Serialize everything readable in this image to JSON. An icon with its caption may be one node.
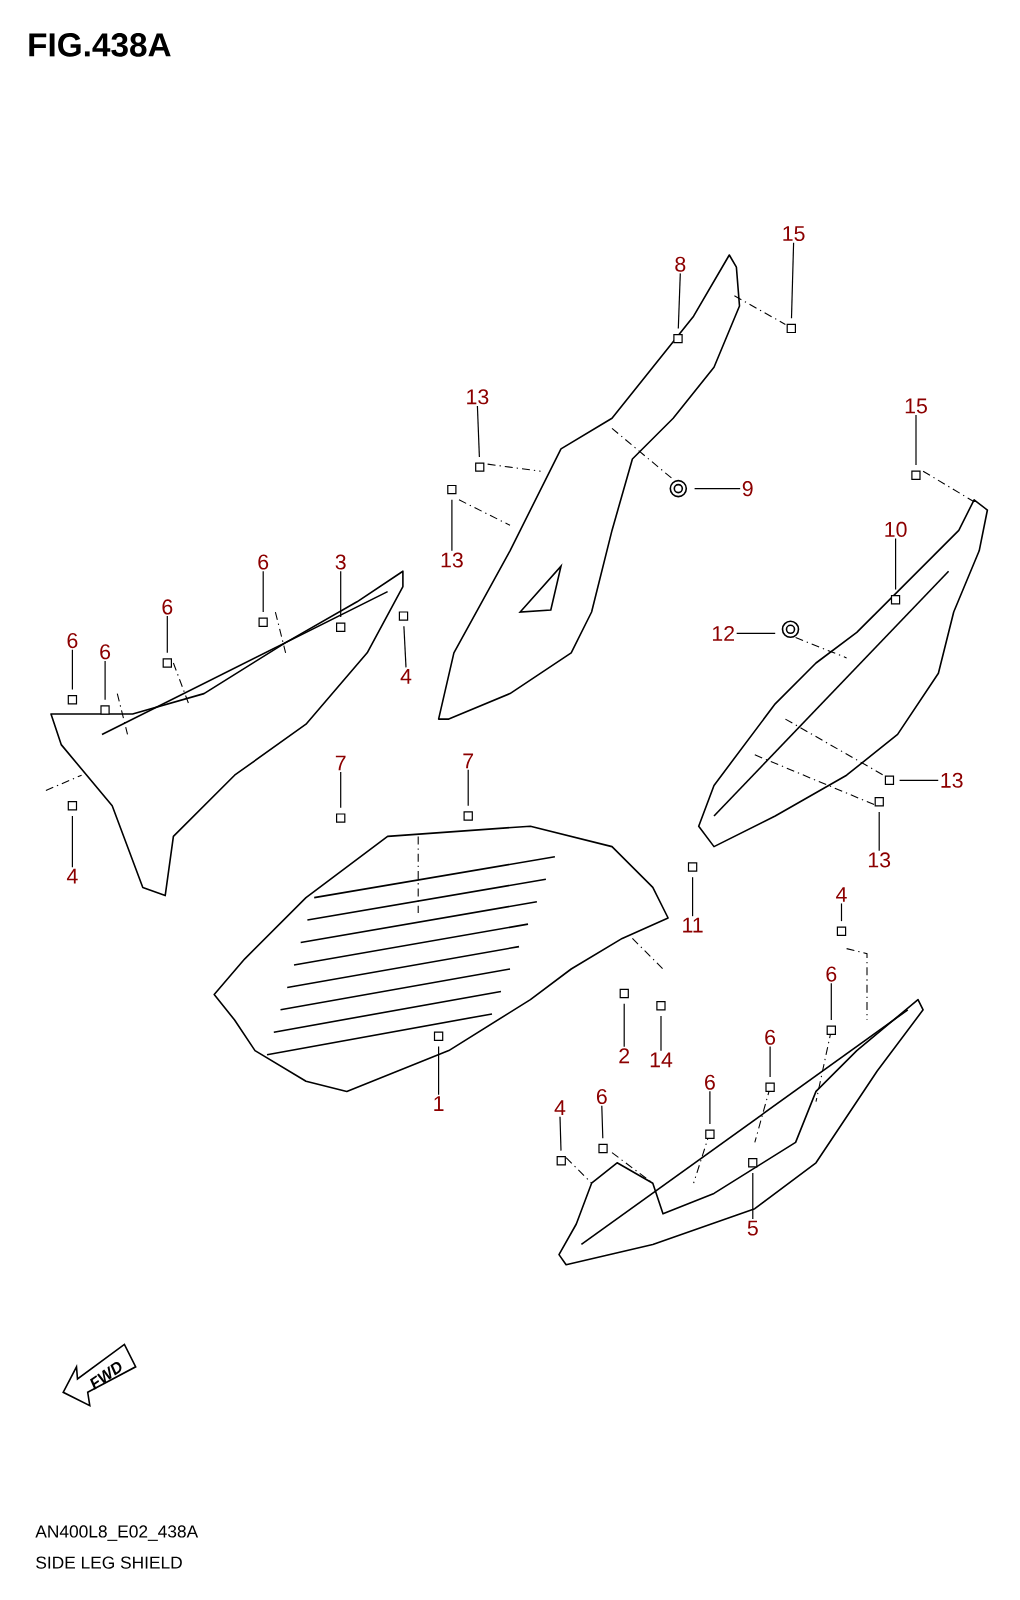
{
  "diagram": {
    "title": "FIG.438A",
    "caption": "SIDE LEG SHIELD",
    "nodes": [
      {
        "text": [
          "8"
        ]
      },
      {
        "text": [
          "15"
        ]
      },
      {
        "text": [
          "13"
        ]
      },
      {
        "text": [
          "9"
        ]
      },
      {
        "text": [
          "13"
        ]
      },
      {
        "text": [
          "15"
        ]
      },
      {
        "text": [
          "10"
        ]
      },
      {
        "text": [
          "6"
        ]
      },
      {
        "text": [
          "3"
        ]
      },
      {
        "text": [
          "6"
        ]
      },
      {
        "text": [
          "6"
        ]
      },
      {
        "text": [
          "6"
        ]
      },
      {
        "text": [
          "4"
        ]
      },
      {
        "text": [
          "12"
        ]
      },
      {
        "text": [
          "4"
        ]
      },
      {
        "text": [
          "7"
        ]
      },
      {
        "text": [
          "7"
        ]
      },
      {
        "text": [
          "13"
        ]
      },
      {
        "text": [
          "13"
        ]
      },
      {
        "text": [
          "11"
        ]
      },
      {
        "text": [
          "4"
        ]
      },
      {
        "text": [
          "6"
        ]
      },
      {
        "text": [
          "2"
        ]
      },
      {
        "text": [
          "14"
        ]
      },
      {
        "text": [
          "1"
        ]
      },
      {
        "text": [
          "6"
        ]
      },
      {
        "text": [
          "6"
        ]
      },
      {
        "text": [
          "4"
        ]
      },
      {
        "text": [
          "6"
        ]
      },
      {
        "text": [
          "5"
        ]
      }
    ],
    "edges": [
      {
        "from": 0,
        "to": null,
        "arrow": "none"
      },
      {
        "from": 1,
        "to": null,
        "arrow": "none"
      },
      {
        "from": 2,
        "to": null,
        "arrow": "none"
      },
      {
        "from": 3,
        "to": null,
        "arrow": "none"
      },
      {
        "from": 4,
        "to": null,
        "arrow": "none"
      },
      {
        "from": 5,
        "to": null,
        "arrow": "none"
      },
      {
        "from": 6,
        "to": null,
        "arrow": "none"
      },
      {
        "from": 7,
        "to": null,
        "arrow": "none"
      },
      {
        "from": 8,
        "to": null,
        "arrow": "none"
      },
      {
        "from": 9,
        "to": null,
        "arrow": "none"
      },
      {
        "from": 10,
        "to": null,
        "arrow": "none"
      },
      {
        "from": 11,
        "to": null,
        "arrow": "none"
      },
      {
        "from": 12,
        "to": null,
        "arrow": "none"
      },
      {
        "from": 13,
        "to": null,
        "arrow": "none"
      },
      {
        "from": 14,
        "to": null,
        "arrow": "none"
      },
      {
        "from": 15,
        "to": null,
        "arrow": "none"
      },
      {
        "from": 16,
        "to": null,
        "arrow": "none"
      },
      {
        "from": 17,
        "to": null,
        "arrow": "none"
      },
      {
        "from": 18,
        "to": null,
        "arrow": "none"
      },
      {
        "from": 19,
        "to": null,
        "arrow": "none"
      },
      {
        "from": 20,
        "to": null,
        "arrow": "none"
      },
      {
        "from": 21,
        "to": null,
        "arrow": "none"
      },
      {
        "from": 22,
        "to": null,
        "arrow": "none"
      },
      {
        "from": 23,
        "to": null,
        "arrow": "none"
      },
      {
        "from": 24,
        "to": null,
        "arrow": "none"
      },
      {
        "from": 25,
        "to": null,
        "arrow": "none"
      },
      {
        "from": 26,
        "to": null,
        "arrow": "none"
      },
      {
        "from": 27,
        "to": null,
        "arrow": "none"
      },
      {
        "from": 28,
        "to": null,
        "arrow": "none"
      },
      {
        "from": 29,
        "to": null,
        "arrow": "none"
      }
    ],
    "labels": [
      "FWD",
      "AN400L8_E02_438A"
    ]
  }
}
